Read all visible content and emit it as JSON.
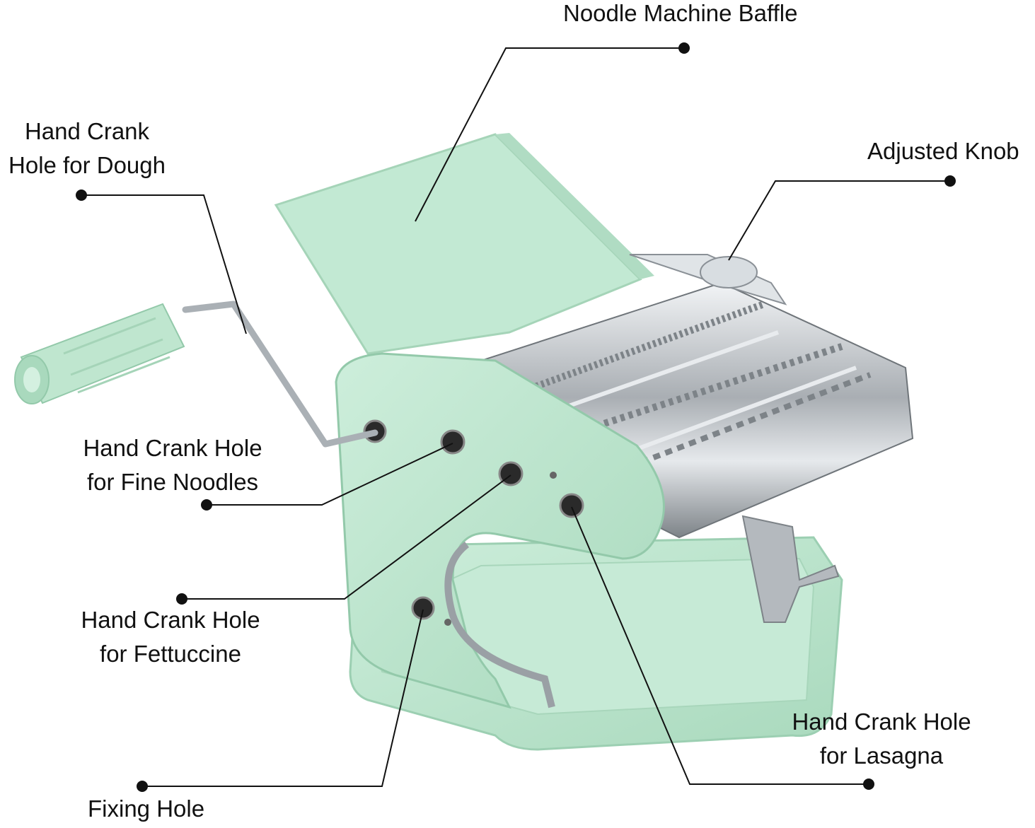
{
  "colors": {
    "mint": "#bfe6cf",
    "mint_dark": "#9ccfb2",
    "steel": "#c8ccd0",
    "leader": "#111111"
  },
  "labels": {
    "baffle": "Noodle Machine Baffle",
    "dough": [
      "Hand Crank",
      "Hole for Dough"
    ],
    "knob": "Adjusted Knob",
    "fine": [
      "Hand Crank Hole",
      "for Fine Noodles"
    ],
    "fettuccine": [
      "Hand Crank Hole",
      "for Fettuccine"
    ],
    "lasagna": [
      "Hand Crank Hole",
      "for Lasagna"
    ],
    "fixing": "Fixing Hole"
  }
}
